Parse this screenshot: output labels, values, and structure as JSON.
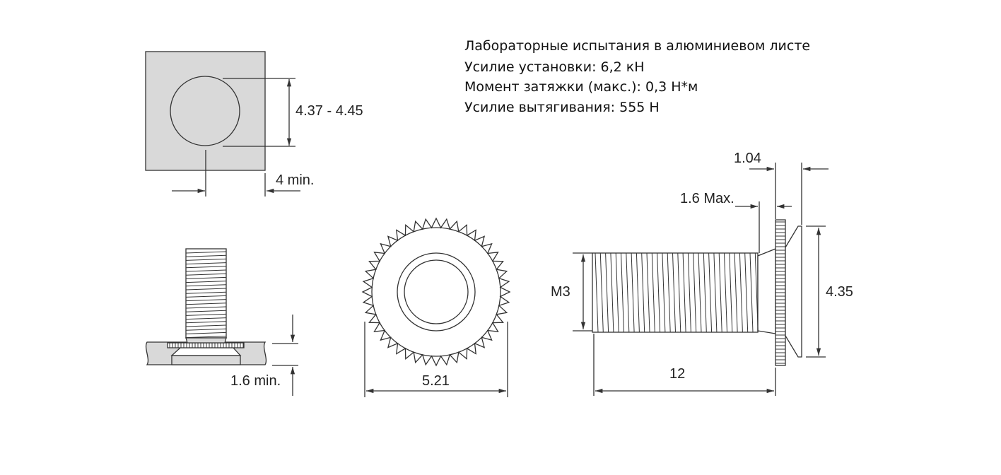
{
  "notes": {
    "title": "Лабораторные испытания в алюминиевом листе",
    "install_force": "Усилие установки: 6,2 кН",
    "max_torque": "Момент затяжки (макс.): 0,3 Н*м",
    "pullout_force": "Усилие вытягивания:  555 Н"
  },
  "dimensions": {
    "hole_diameter": "4.37 - 4.45",
    "edge_distance": "4 min.",
    "sheet_thickness": "1.6 min.",
    "knurl_diameter": "5.21",
    "thread": "M3",
    "head_diameter": "4.35",
    "length": "12",
    "head_height": "1.04",
    "shank_max": "1.6 Max."
  },
  "colors": {
    "line": "#333333",
    "fill": "#d9d9d9"
  }
}
